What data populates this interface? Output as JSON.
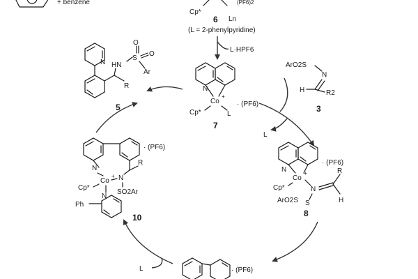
{
  "colors": {
    "ink": "#1a1a1a",
    "arrow": "#333333",
    "background": "#ffffff"
  },
  "top": {
    "plus_benzene": "+ benzene",
    "cp": "Cp*",
    "ln": "Ln",
    "pf6_fragment": "(PF6)2",
    "compound": "6",
    "ligand_note": "(L = 2-phenylpyridine)",
    "reagent": "L·HPF6"
  },
  "intermediate_7": {
    "n": "N",
    "co": "Co",
    "cp": "Cp*",
    "l": "L",
    "pf6": "· (PF6)",
    "number": "7"
  },
  "imine_3": {
    "sulfonyl": "ArO2S",
    "n": "N",
    "h": "H",
    "r": "R2",
    "number": "3"
  },
  "step_7_to_8": {
    "byproduct": "L"
  },
  "intermediate_8": {
    "n": "N",
    "co": "Co",
    "cp": "Cp*",
    "n_imine": "N",
    "sulfonyl": "ArO2S",
    "s": "S",
    "r": "R",
    "h": "H",
    "pf6": "· (PF6)",
    "number": "8"
  },
  "intermediate_10": {
    "n": "N",
    "co": "Co",
    "cp": "Cp*",
    "n_amide": "N",
    "r": "R",
    "sulfonyl": "SO2Ar",
    "ph": "Ph",
    "n_pyridine": "N",
    "pf6": "· (PF6)",
    "number": "10"
  },
  "product_5": {
    "n": "N",
    "hn": "HN",
    "s": "S",
    "o1": "O",
    "o2": "O",
    "ar": "Ar",
    "r": "R",
    "number": "5"
  },
  "step_to_10": {
    "ligand": "L"
  },
  "bottom": {
    "pf6": "· (PF6)"
  }
}
